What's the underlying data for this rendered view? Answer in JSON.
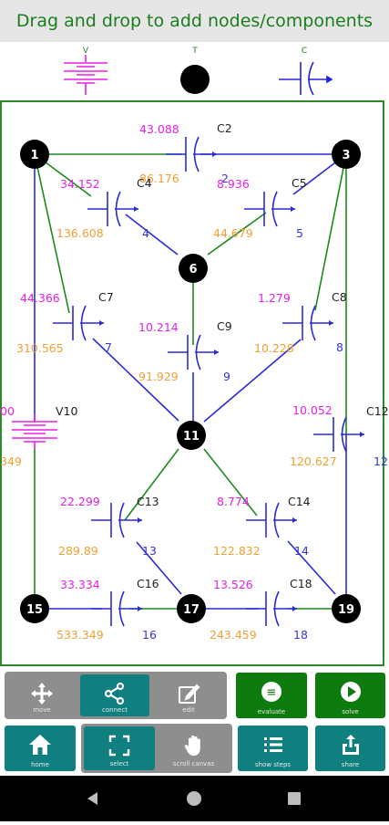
{
  "header": {
    "title": "Drag and drop to add nodes/components"
  },
  "palette": {
    "items": [
      {
        "label": "V",
        "icon": "voltage-source-icon",
        "color": "#e81fe8"
      },
      {
        "label": "T",
        "icon": "terminal-node-icon",
        "color": "#000000"
      },
      {
        "label": "C",
        "icon": "capacitor-icon",
        "color": "#2222dd"
      }
    ]
  },
  "circuit": {
    "colors": {
      "wire_green": "#1b8a1b",
      "wire_blue": "#2a2ad6",
      "magenta": "#e81fe8",
      "orange": "#f0a030",
      "blue_text": "#3535d8",
      "name": "#222222"
    },
    "nodes": [
      {
        "id": "1"
      },
      {
        "id": "3"
      },
      {
        "id": "6"
      },
      {
        "id": "11"
      },
      {
        "id": "15"
      },
      {
        "id": "17"
      },
      {
        "id": "19"
      }
    ],
    "components": [
      {
        "name": "C2",
        "v1": "43.088",
        "v2": "86.176",
        "index": "2"
      },
      {
        "name": "C4",
        "v1": "34.152",
        "v2": "136.608",
        "index": "4"
      },
      {
        "name": "C5",
        "v1": "8.936",
        "v2": "44.679",
        "index": "5"
      },
      {
        "name": "C7",
        "v1": "44.366",
        "v2": "310.565",
        "index": "7"
      },
      {
        "name": "C8",
        "v1": "1.279",
        "v2": "10.228",
        "index": "8"
      },
      {
        "name": "C9",
        "v1": "10.214",
        "v2": "91.929",
        "index": "9"
      },
      {
        "name": "V10",
        "v1": "00",
        "v2": "349",
        "index": ""
      },
      {
        "name": "C12",
        "v1": "10.052",
        "v2": "120.627",
        "index": "12"
      },
      {
        "name": "C13",
        "v1": "22.299",
        "v2": "289.89",
        "index": "13"
      },
      {
        "name": "C14",
        "v1": "8.774",
        "v2": "122.832",
        "index": "14"
      },
      {
        "name": "C16",
        "v1": "33.334",
        "v2": "533.349",
        "index": "16"
      },
      {
        "name": "C18",
        "v1": "13.526",
        "v2": "243.459",
        "index": "18"
      }
    ]
  },
  "toolbar": {
    "move": "move",
    "connect": "connect",
    "edit": "edit",
    "evaluate": "evaluate",
    "solve": "solve",
    "home": "home",
    "select": "select",
    "scroll": "scroll canvas",
    "show_steps": "show steps",
    "share": "share"
  }
}
